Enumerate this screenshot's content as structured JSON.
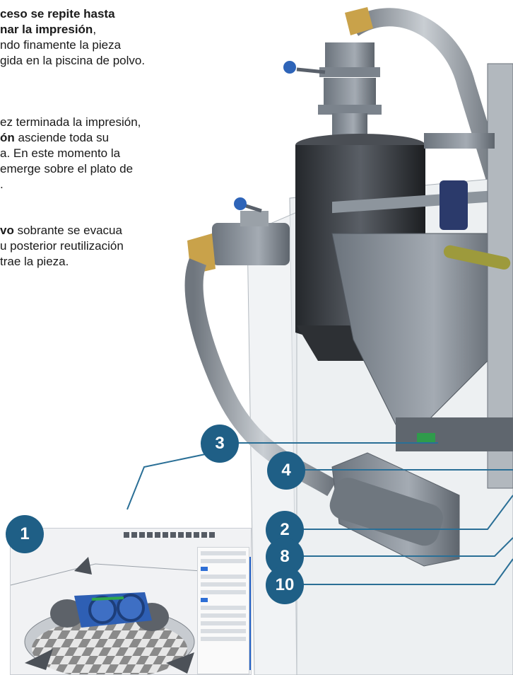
{
  "paragraphs": {
    "p1": {
      "l1": "ceso se repite hasta",
      "l2": "nar la impresión",
      "l2_comma": ",",
      "l3": "ndo finamente la pieza",
      "l4": "gida en la piscina de polvo."
    },
    "p2": {
      "l1": "ez terminada la impresión,",
      "l2_bold": "ón",
      "l2_rest": " asciende toda su",
      "l3": "a. En este momento la",
      "l4": "emerge sobre el plato de",
      "l5": "."
    },
    "p3": {
      "l1_bold": "vo",
      "l1_rest": " sobrante se evacua",
      "l2": "u posterior reutilización",
      "l3": "trae la pieza."
    }
  },
  "callouts": [
    "3",
    "4",
    "2",
    "8",
    "10",
    "1"
  ],
  "colors": {
    "badge": "#1f5f86",
    "leader": "#2a6f96",
    "metal": "#8c939b",
    "pipe": "#9aa1a9",
    "tank": "#3a3d42",
    "brass": "#c9a24a"
  }
}
